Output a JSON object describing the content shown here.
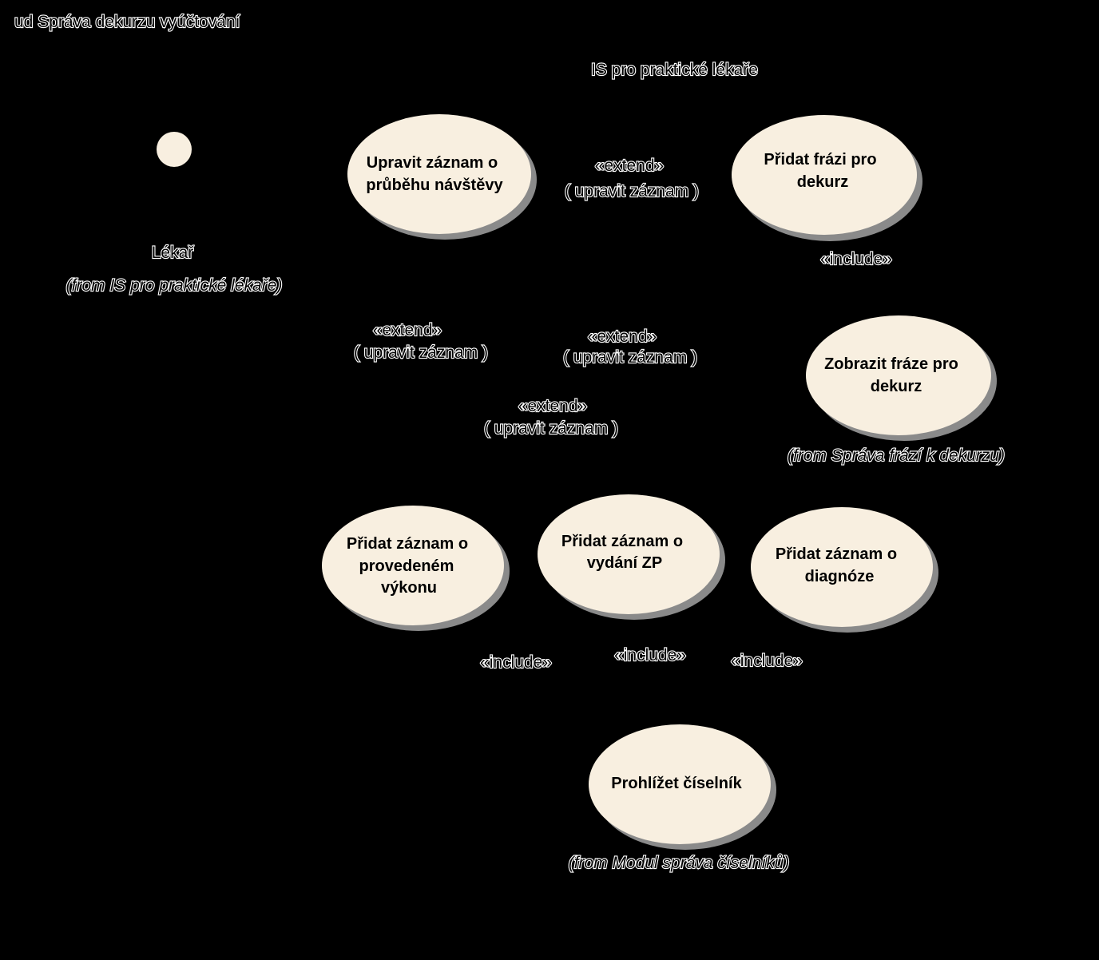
{
  "diagram": {
    "title": "ud Správa dekurzu vyúčtování",
    "boundary_label": "IS pro praktické lékaře",
    "colors": {
      "background": "#000000",
      "usecase_fill": "#f8efe0",
      "usecase_shadow": "#8a8a8a",
      "text_halo": "#ffffff",
      "text": "#000000"
    },
    "actor": {
      "name": "Lékař",
      "origin": "(from IS pro praktické lékaře)"
    },
    "usecases": [
      {
        "id": "upravit",
        "lines": [
          "Upravit záznam o",
          "průběhu návštěvy"
        ]
      },
      {
        "id": "pridat-frazi",
        "lines": [
          "Přidat frázi pro",
          "dekurz"
        ]
      },
      {
        "id": "zobrazit-fraze",
        "lines": [
          "Zobrazit fráze pro",
          "dekurz"
        ],
        "origin": "(from Správa frází k dekurzu)"
      },
      {
        "id": "vykon",
        "lines": [
          "Přidat záznam o",
          "provedeném",
          "výkonu"
        ]
      },
      {
        "id": "zp",
        "lines": [
          "Přidat záznam o",
          "vydání ZP"
        ]
      },
      {
        "id": "diagnoza",
        "lines": [
          "Přidat záznam o",
          "diagnóze"
        ]
      },
      {
        "id": "ciselnik",
        "lines": [
          "Prohlížet číselník"
        ],
        "origin": "(from Modul správa číselníků)"
      }
    ],
    "relations": [
      {
        "id": "ext-frazi",
        "stereotype": "«extend»",
        "condition": "( upravit záznam )"
      },
      {
        "id": "inc-zobrazit",
        "stereotype": "«include»"
      },
      {
        "id": "ext-vykon",
        "stereotype": "«extend»",
        "condition": "( upravit záznam )"
      },
      {
        "id": "ext-diagnoza",
        "stereotype": "«extend»",
        "condition": "( upravit záznam )"
      },
      {
        "id": "ext-zp",
        "stereotype": "«extend»",
        "condition": "( upravit záznam )"
      },
      {
        "id": "inc-vykon",
        "stereotype": "«include»"
      },
      {
        "id": "inc-zp",
        "stereotype": "«include»"
      },
      {
        "id": "inc-diagnoza",
        "stereotype": "«include»"
      }
    ]
  }
}
